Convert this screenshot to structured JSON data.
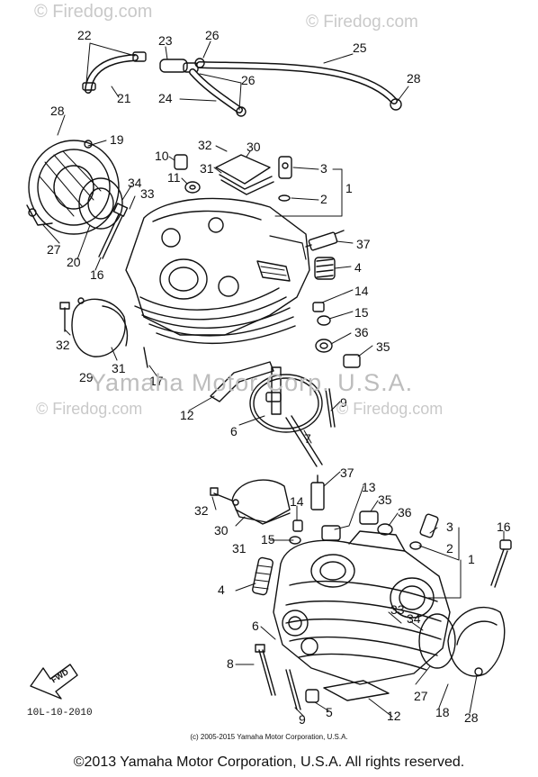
{
  "watermarks": {
    "top_left": "© Firedog.com",
    "top_right": "© Firedog.com",
    "mid_left": "© Firedog.com",
    "mid_right": "© Firedog.com",
    "center": "Yamaha Motor Corp. U.S.A."
  },
  "diagram_ref": "10L-10-2010",
  "fwd_label": "FWD",
  "copyright_small": "(c) 2005-2015 Yamaha Motor Corporation, U.S.A.",
  "copyright_main": "©2013 Yamaha Motor Corporation, U.S.A. All rights reserved.",
  "callouts": [
    "22",
    "23",
    "26",
    "25",
    "26",
    "21",
    "24",
    "28",
    "28",
    "19",
    "10",
    "32",
    "30",
    "3",
    "11",
    "31",
    "2",
    "1",
    "34",
    "33",
    "37",
    "27",
    "20",
    "16",
    "4",
    "14",
    "15",
    "32",
    "31",
    "29",
    "17",
    "36",
    "35",
    "12",
    "9",
    "6",
    "7",
    "37",
    "13",
    "32",
    "30",
    "14",
    "35",
    "36",
    "3",
    "16",
    "15",
    "2",
    "1",
    "31",
    "4",
    "33",
    "34",
    "6",
    "8",
    "27",
    "5",
    "9",
    "12",
    "18",
    "28"
  ]
}
